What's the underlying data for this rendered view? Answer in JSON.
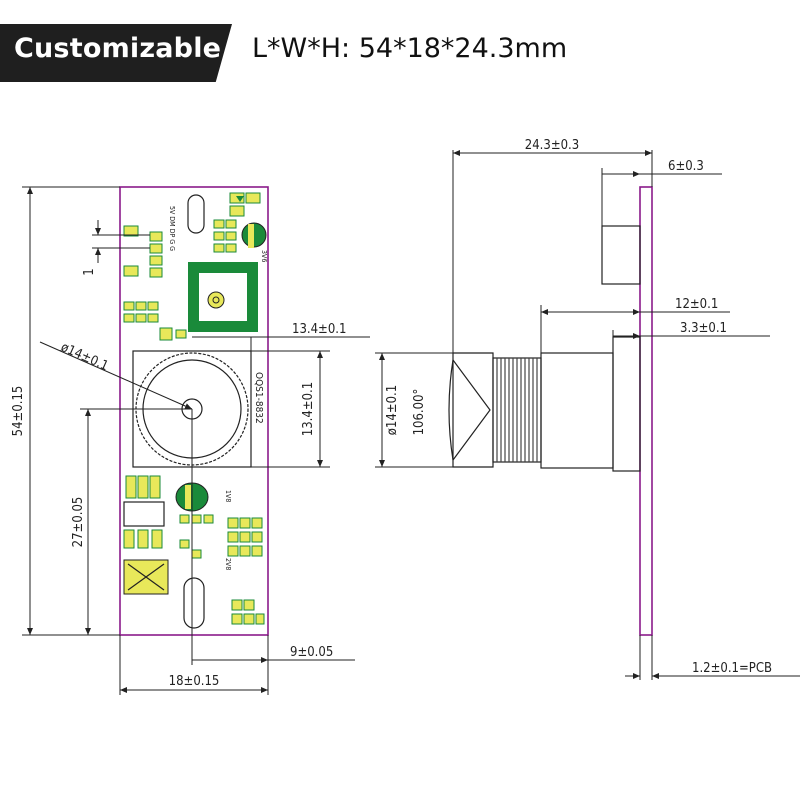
{
  "header": {
    "badge_label": "Customizable",
    "dimensions_text": "L*W*H:  54*18*24.3mm"
  },
  "front_view": {
    "height_total": "54±0.15",
    "lens_center_height": "27±0.05",
    "width_total": "18±0.15",
    "lens_center_offset": "9±0.05",
    "lens_diameter": "ø14±0.1",
    "lens_holder_width": "13.4±0.1",
    "lens_holder_height": "13.4±0.1",
    "connector_pitch": "1",
    "board_text_top": "5V  DM  DP  G  G",
    "board_text_model": "OQS1-8832",
    "board_text_mark_1": "3V6",
    "board_text_mark_2": "1V8",
    "board_text_mark_3": "2V8"
  },
  "side_view": {
    "depth_total": "24.3±0.3",
    "component_height": "6±0.3",
    "lens_length": "12±0.1",
    "holder_length": "3.3±0.1",
    "lens_diameter": "ø14±0.1",
    "field_of_view": "106.00°",
    "pcb_thickness": "1.2±0.1=PCB"
  },
  "colors": {
    "badge_bg": "#1f1f1f",
    "pcb_outline": "#8a1a8a",
    "trace_green": "#1a8a3a",
    "pad_yellow": "#e8e85a"
  }
}
